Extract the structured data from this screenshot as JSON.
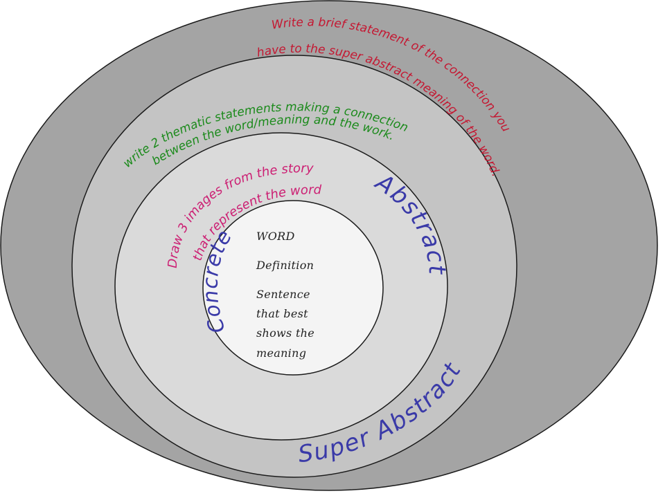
{
  "colors": {
    "ring_outer": "#a4a4a4",
    "ring_second": "#c4c4c4",
    "ring_third": "#dadada",
    "core": "#f4f4f4",
    "stroke": "#1a1a1a",
    "label_blue": "#3a3aa8",
    "label_green": "#1b8a1b",
    "label_magenta": "#cc1f73",
    "label_red": "#c41832"
  },
  "rings": {
    "super_abstract": "Super Abstract",
    "abstract": "Abstract",
    "concrete": "Concrete"
  },
  "instructions": {
    "super_abstract_line1": "Write a brief statement of the connection you",
    "super_abstract_line2": "have to the super abstract meaning of the word.",
    "thematic_line1": "write 2 thematic statements making a connection",
    "thematic_line2": "between the word/meaning and the work.",
    "images_line1": "Draw 3 images from the story",
    "images_line2": "that represent the word"
  },
  "core": {
    "word": "WORD",
    "definition": "Definition",
    "sentence_line1": "Sentence",
    "sentence_line2": "that best",
    "sentence_line3": "shows the",
    "sentence_line4": "meaning"
  }
}
